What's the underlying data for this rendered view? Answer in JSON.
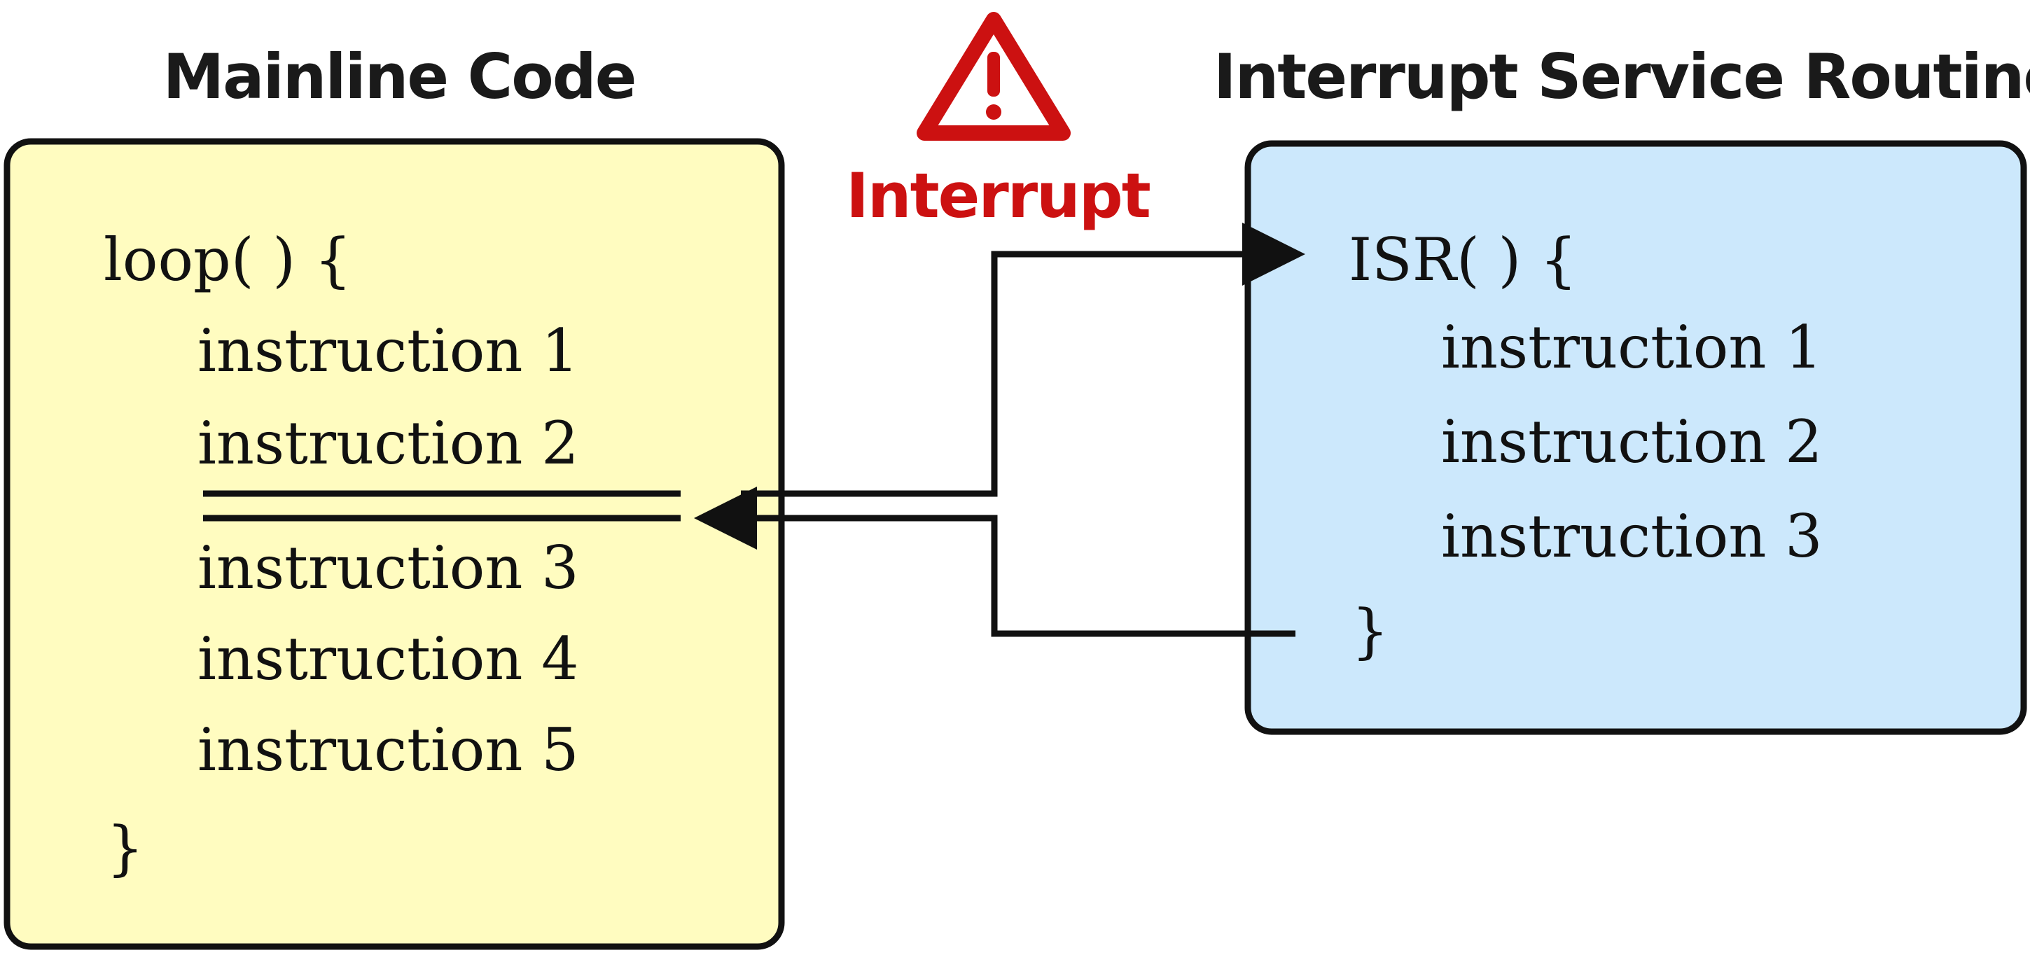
{
  "mainline": {
    "title": "Mainline Code",
    "header": "loop( ) {",
    "instructions": [
      "instruction 1",
      "instruction 2",
      "instruction 3",
      "instruction 4",
      "instruction 5"
    ],
    "closing": "}"
  },
  "isr": {
    "title": "Interrupt Service Routine",
    "header": "ISR( ) {",
    "instructions": [
      "instruction 1",
      "instruction 2",
      "instruction 3"
    ],
    "closing": "}"
  },
  "interrupt": {
    "label": "Interrupt",
    "icon": "warning-triangle-icon"
  },
  "colors": {
    "mainline_fill": "#fffcc0",
    "isr_fill": "#cce8fc",
    "alert_red": "#cc1111",
    "stroke": "#111111"
  }
}
